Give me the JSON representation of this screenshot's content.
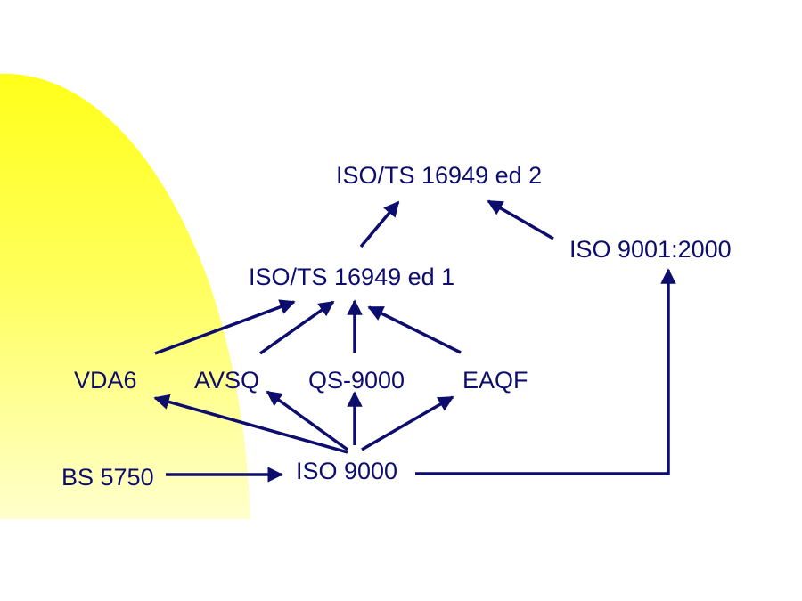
{
  "colors": {
    "ink": "#0d0d6e",
    "accent_yellow": "#ffff1a",
    "accent_fade": "#ffffcc",
    "background": "#ffffff"
  },
  "nodes": {
    "ts_ed2": "ISO/TS 16949 ed 2",
    "iso9001_2000": "ISO 9001:2000",
    "ts_ed1": "ISO/TS 16949 ed 1",
    "vda6": "VDA6",
    "avsq": "AVSQ",
    "qs9000": "QS-9000",
    "eaqf": "EAQF",
    "bs5750": "BS 5750",
    "iso9000": "ISO 9000"
  },
  "edges": [
    {
      "from": "ts_ed1",
      "to": "ts_ed2"
    },
    {
      "from": "iso9001_2000",
      "to": "ts_ed2"
    },
    {
      "from": "vda6",
      "to": "ts_ed1"
    },
    {
      "from": "avsq",
      "to": "ts_ed1"
    },
    {
      "from": "qs9000",
      "to": "ts_ed1"
    },
    {
      "from": "eaqf",
      "to": "ts_ed1"
    },
    {
      "from": "iso9000",
      "to": "vda6"
    },
    {
      "from": "iso9000",
      "to": "avsq"
    },
    {
      "from": "iso9000",
      "to": "qs9000"
    },
    {
      "from": "iso9000",
      "to": "eaqf"
    },
    {
      "from": "bs5750",
      "to": "iso9000"
    },
    {
      "from": "iso9000",
      "to": "iso9001_2000"
    }
  ]
}
